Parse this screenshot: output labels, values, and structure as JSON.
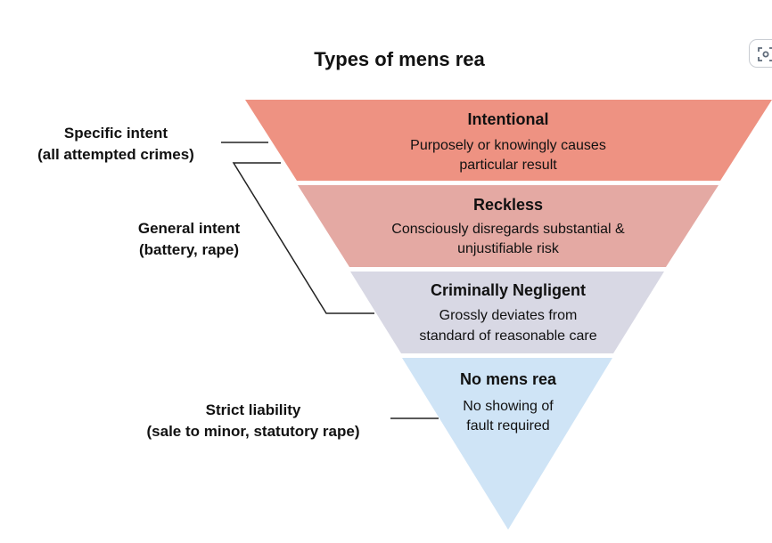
{
  "title": "Types of mens rea",
  "tiers": [
    {
      "name": "Intentional",
      "desc": [
        "Purposely or knowingly causes",
        "particular result"
      ],
      "color": "#EE9282"
    },
    {
      "name": "Reckless",
      "desc": [
        "Consciously disregards substantial &",
        "unjustifiable risk"
      ],
      "color": "#E4A9A3"
    },
    {
      "name": "Criminally Negligent",
      "desc": [
        "Grossly deviates from",
        "standard of reasonable care"
      ],
      "color": "#D8D8E4"
    },
    {
      "name": "No mens rea",
      "desc": [
        "No showing of",
        "fault required"
      ],
      "color": "#CFE4F6"
    }
  ],
  "side_labels": [
    {
      "lines": [
        "Specific intent",
        "(all attempted crimes)"
      ]
    },
    {
      "lines": [
        "General intent",
        "(battery, rape)"
      ]
    },
    {
      "lines": [
        "Strict liability",
        "(sale to minor, statutory rape)"
      ]
    }
  ],
  "lens_icon": "visual-search-icon"
}
